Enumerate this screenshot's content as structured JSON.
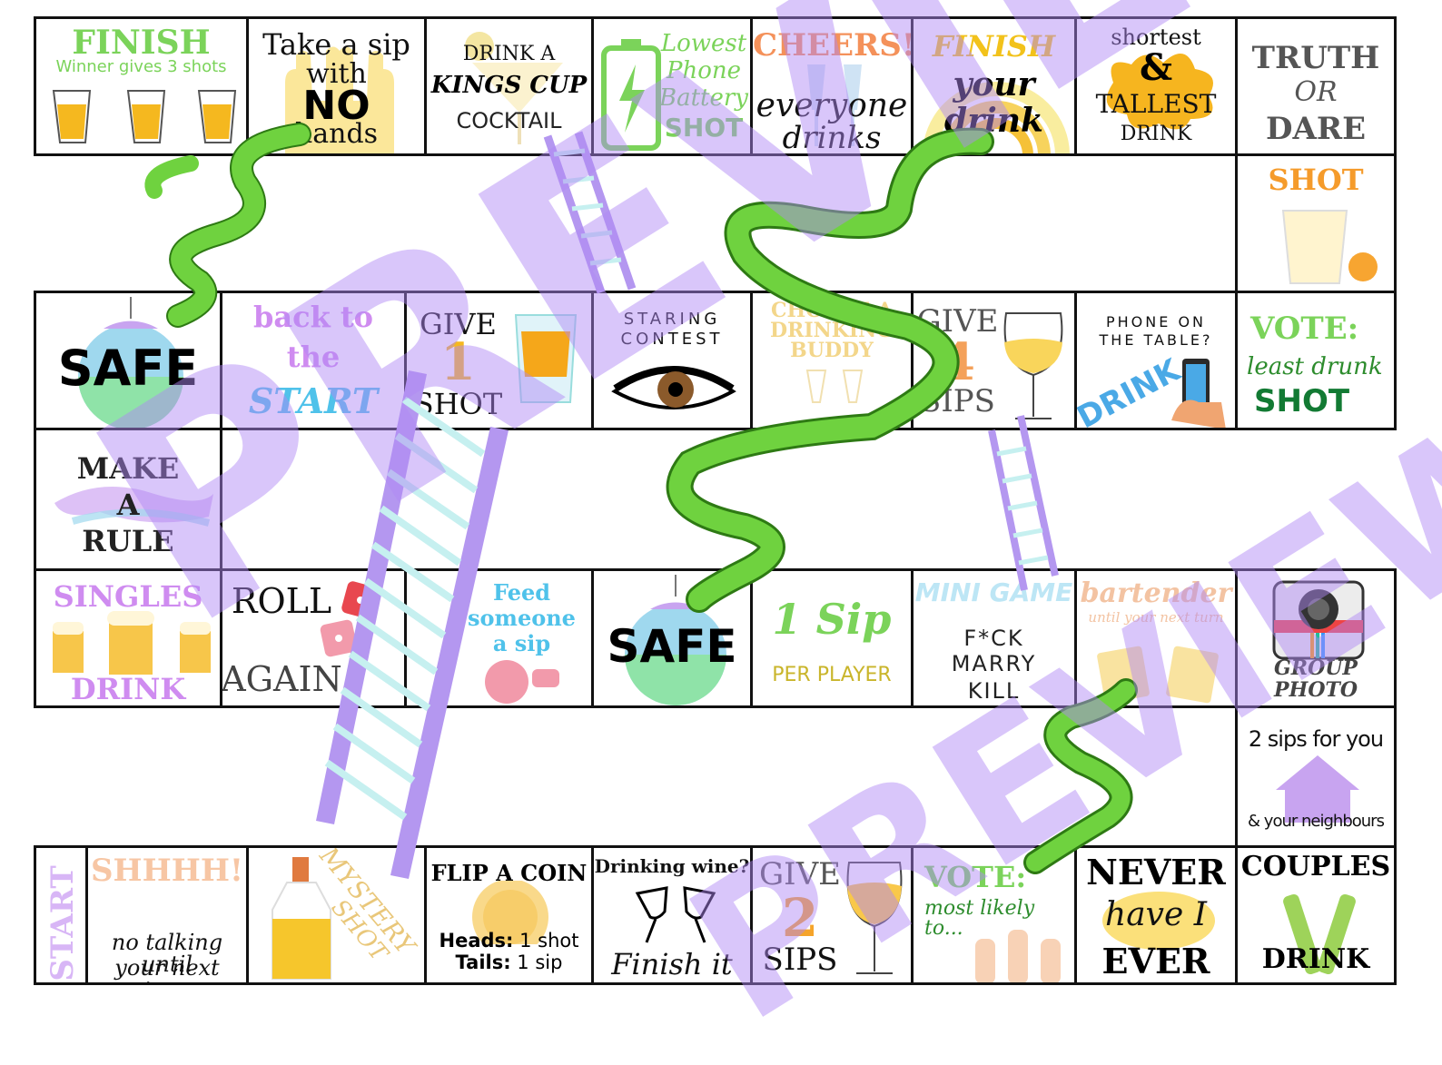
{
  "board": {
    "row1": {
      "finish_a": {
        "title": "FINISH",
        "sub": "Winner gives 3 shots"
      },
      "no_hands": {
        "l1": "Take a sip",
        "l2": "with",
        "l3": "NO",
        "l4": "hands"
      },
      "kings_cup": {
        "l1": "DRINK A",
        "l2": "KINGS CUP",
        "l3": "COCKTAIL"
      },
      "battery": {
        "l1": "Lowest",
        "l2": "Phone",
        "l3": "Battery",
        "l4": "SHOT"
      },
      "cheers": {
        "l1": "CHEERS!",
        "l2": "everyone",
        "l3": "drinks"
      },
      "finish_drink": {
        "l1": "FINISH",
        "l2": "your",
        "l3": "drink"
      },
      "shortest": {
        "l1": "shortest",
        "l2": "&",
        "l3": "TALLEST",
        "l4": "DRINK"
      },
      "truth": {
        "l1": "TRUTH",
        "l2": "OR",
        "l3": "DARE"
      }
    },
    "right_col1": {
      "shot": "SHOT"
    },
    "row2": {
      "safe1": {
        "label": "SAFE"
      },
      "back_start": {
        "l1": "back to",
        "l2": "the",
        "l3": "START"
      },
      "give1": {
        "l1": "GIVE",
        "l2": "1",
        "l3": "SHOT"
      },
      "staring": {
        "l1": "STARING",
        "l2": "CONTEST"
      },
      "buddy": {
        "l1": "CHOOSE A",
        "l2": "DRINKING",
        "l3": "BUDDY"
      },
      "give4": {
        "l1": "GIVE",
        "l2": "4",
        "l3": "SIPS"
      },
      "phone": {
        "l1": "PHONE ON",
        "l2": "THE TABLE?",
        "l3": "DRINK"
      },
      "vote_least": {
        "l1": "VOTE:",
        "l2": "least drunk",
        "l3": "SHOT"
      }
    },
    "left_col": {
      "make_rule": {
        "l1": "MAKE",
        "l2": "A",
        "l3": "RULE"
      }
    },
    "row3": {
      "singles": {
        "l1": "SINGLES",
        "l2": "DRINK"
      },
      "roll": {
        "l1": "ROLL",
        "l2": "AGAIN"
      },
      "feed": {
        "l1": "Feed",
        "l2": "someone",
        "l3": "a sip"
      },
      "safe2": {
        "label": "SAFE"
      },
      "one_sip": {
        "l1": "1 Sip",
        "l2": "PER PLAYER"
      },
      "minigame": {
        "l1": "MINI GAME",
        "l2": "F*CK",
        "l3": "MARRY",
        "l4": "KILL"
      },
      "bartender": {
        "l1": "bartender",
        "l2": "until your next turn"
      },
      "group": {
        "l1": "GROUP",
        "l2": "PHOTO"
      }
    },
    "right_col2": {
      "neighbours": {
        "l1": "2 sips for you",
        "l2": "& your neighbours"
      }
    },
    "row4": {
      "start": {
        "label": "START"
      },
      "shh": {
        "l1": "SHHHH!",
        "l2": "no talking until",
        "l3": "your next turn"
      },
      "mystery": {
        "l1": "MYSTERY",
        "l2": "SHOT"
      },
      "coin": {
        "l1": "FLIP A COIN",
        "heads_k": "Heads:",
        "heads_v": " 1 shot",
        "tails_k": "Tails:",
        "tails_v": " 1 sip"
      },
      "wine": {
        "l1": "Drinking wine?",
        "l2": "Finish it"
      },
      "give2": {
        "l1": "GIVE",
        "l2": "2",
        "l3": "SIPS"
      },
      "vote_likely": {
        "l1": "VOTE:",
        "l2": "most likely to..."
      },
      "never": {
        "l1": "NEVER",
        "l2": "have I",
        "l3": "EVER"
      },
      "couples": {
        "l1": "COUPLES",
        "l2": "DRINK"
      }
    }
  },
  "watermark": {
    "text": "PREVIEW"
  },
  "colors": {
    "border": "#111111",
    "ladder": "#b497f0",
    "ladder_rung": "#c6f0f0",
    "snake": "#6fd23f",
    "snake_dark": "#2e7a14",
    "watermark": "#af87f5"
  },
  "icons": [
    "shot-glass-icon",
    "hands-icon",
    "cocktail-icon",
    "battery-icon",
    "champagne-icon",
    "rainbow-icon",
    "splash-icon",
    "disco-ball-icon",
    "eye-icon",
    "wine-glass-icon",
    "phone-icon",
    "dice-icon",
    "beer-mug-icon",
    "camera-icon",
    "house-icon",
    "coin-icon",
    "bottle-icon",
    "ladder-icon",
    "snake-icon"
  ]
}
